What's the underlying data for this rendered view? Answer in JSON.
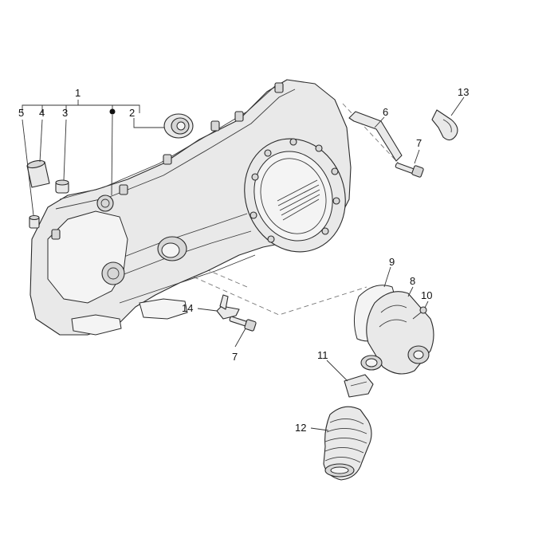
{
  "callouts": [
    {
      "id": "1",
      "label": "1"
    },
    {
      "id": "2",
      "label": "2"
    },
    {
      "id": "3",
      "label": "3"
    },
    {
      "id": "4",
      "label": "4"
    },
    {
      "id": "5",
      "label": "5"
    },
    {
      "id": "6",
      "label": "6"
    },
    {
      "id": "7a",
      "label": "7"
    },
    {
      "id": "7b",
      "label": "7"
    },
    {
      "id": "8",
      "label": "8"
    },
    {
      "id": "9",
      "label": "9"
    },
    {
      "id": "10",
      "label": "10"
    },
    {
      "id": "11",
      "label": "11"
    },
    {
      "id": "12",
      "label": "12"
    },
    {
      "id": "13",
      "label": "13"
    },
    {
      "id": "14",
      "label": "14"
    }
  ]
}
